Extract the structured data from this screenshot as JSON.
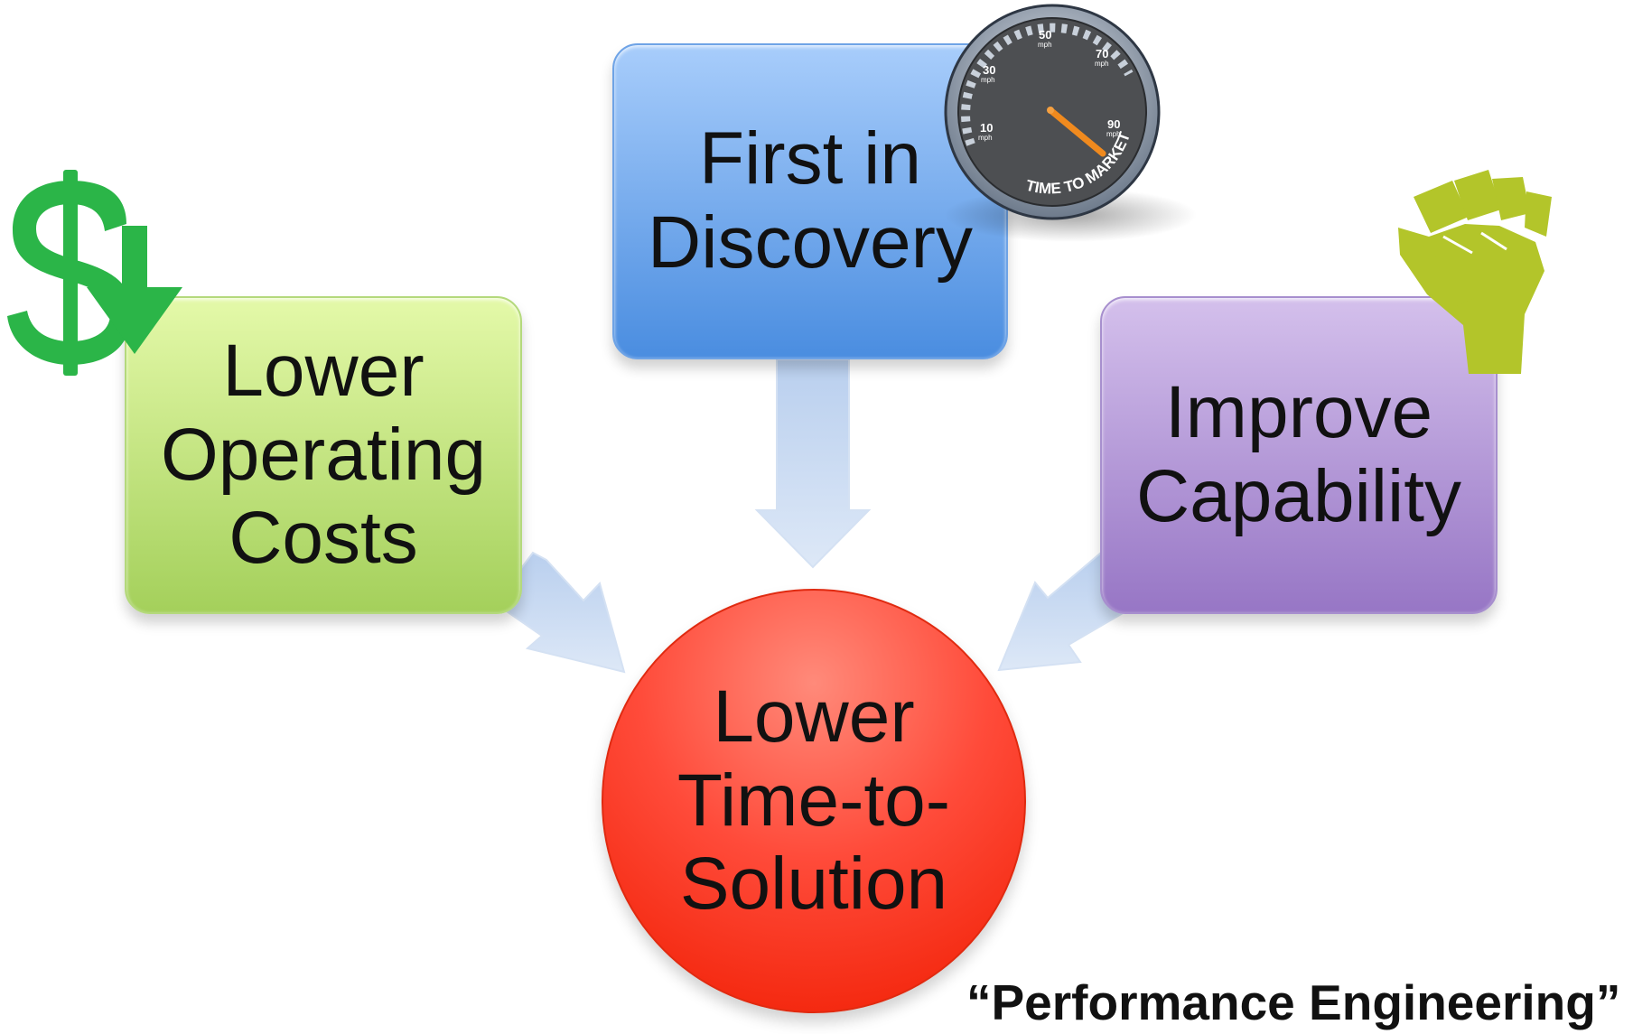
{
  "nodes": {
    "cost": [
      "Lower",
      "Operating",
      "Costs"
    ],
    "discovery": [
      "First in",
      "Discovery"
    ],
    "capability": [
      "Improve",
      "Capability"
    ],
    "solution": [
      "Lower",
      "Time-to-",
      "Solution"
    ]
  },
  "tagline": "“Performance Engineering”",
  "speedometer": {
    "ticks": [
      {
        "value": "10",
        "unit": "mph"
      },
      {
        "value": "30",
        "unit": "mph"
      },
      {
        "value": "50",
        "unit": "mph"
      },
      {
        "value": "70",
        "unit": "mph"
      },
      {
        "value": "90",
        "unit": "mph"
      }
    ],
    "caption": "TIME TO MARKET"
  },
  "icons": {
    "cost": "dollar-down-icon",
    "discovery": "speedometer-icon",
    "capability": "raised-fist-icon"
  },
  "colors": {
    "cost_box": "#a4d05b",
    "discovery_box": "#4a8de0",
    "capability_box": "#9776c5",
    "solution_circle": "#f01c00",
    "arrow": "#c5d7ef",
    "dollar": "#2bb548",
    "fist": "#b3c52a"
  }
}
